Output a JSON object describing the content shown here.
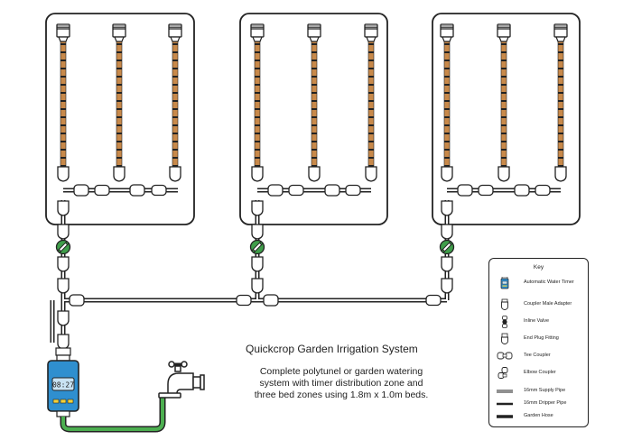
{
  "title": "Quickcrop Garden Irrigation System",
  "description": [
    "Complete polytunel or garden watering",
    "system with timer distribution zone and",
    "three bed zones using 1.8m x 1.0m beds."
  ],
  "timer_display": "08:27",
  "key": {
    "title": "Key",
    "items": [
      {
        "label": "Automatic Water Timer",
        "icon": "water-timer"
      },
      {
        "label": "Coupler Male Adapter",
        "icon": "coupler-male-adapter"
      },
      {
        "label": "Inline Valve",
        "icon": "inline-valve"
      },
      {
        "label": "End Plug Fitting",
        "icon": "end-plug"
      },
      {
        "label": "Tee Coupler",
        "icon": "tee-coupler"
      },
      {
        "label": "Elbow Coupler",
        "icon": "elbow-coupler"
      },
      {
        "label": "16mm Supply Pipe",
        "icon": "supply-pipe"
      },
      {
        "label": "16mm Dripper Pipe",
        "icon": "dripper-pipe"
      },
      {
        "label": "Garden Hose",
        "icon": "garden-hose"
      }
    ]
  },
  "colors": {
    "outline": "#222222",
    "dripper": "#c8894a",
    "valve": "#3f9e4a",
    "hose": "#4caf50",
    "timer": "#2f8fcf",
    "timer_screen": "#c9e3f3",
    "timer_buttons": "#f2d13b"
  }
}
